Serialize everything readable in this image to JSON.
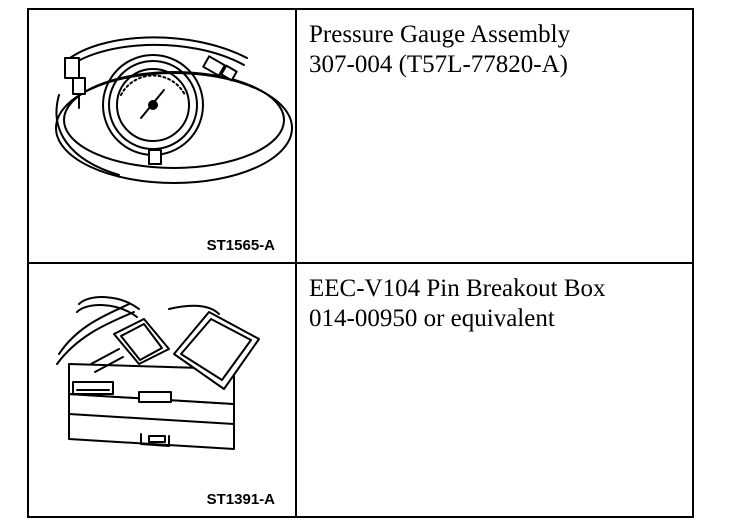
{
  "tools": [
    {
      "name_line1": "Pressure Gauge Assembly",
      "name_line2": "307-004 (T57L-77820-A)",
      "illustration_id": "ST1565-A",
      "illustration": "pressure-gauge-icon"
    },
    {
      "name_line1": "EEC-V104 Pin Breakout Box",
      "name_line2": "014-00950 or equivalent",
      "illustration_id": "ST1391-A",
      "illustration": "breakout-box-icon"
    }
  ]
}
